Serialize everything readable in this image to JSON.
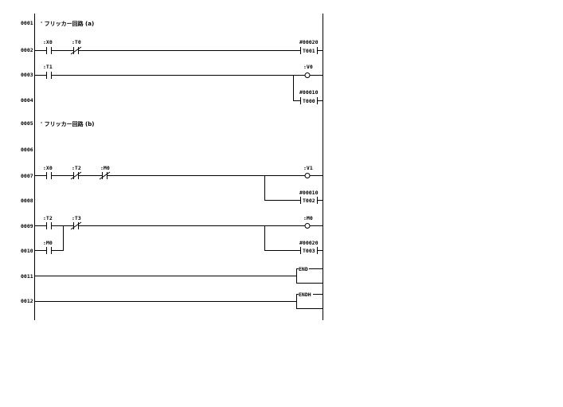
{
  "diagram": {
    "type": "ladder-logic",
    "rungs": [
      {
        "step": "0001",
        "comment": "' フリッカー回路 (a)"
      },
      {
        "step": "0002",
        "contacts": [
          {
            "label": ":X0",
            "type": "NO"
          },
          {
            "label": ":T0",
            "type": "NC"
          }
        ],
        "outputs": [
          {
            "kind": "timer",
            "preset": "#00020",
            "name": "T001"
          }
        ]
      },
      {
        "step": "0003",
        "contacts": [
          {
            "label": ":T1",
            "type": "NO"
          }
        ],
        "outputs": [
          {
            "kind": "coil",
            "label": ":V0"
          }
        ]
      },
      {
        "step": "0004",
        "outputs": [
          {
            "kind": "timer",
            "preset": "#00010",
            "name": "T000"
          }
        ]
      },
      {
        "step": "0005",
        "comment": "' フリッカー回路 (b)"
      },
      {
        "step": "0006"
      },
      {
        "step": "0007",
        "contacts": [
          {
            "label": ":X0",
            "type": "NO"
          },
          {
            "label": ":T2",
            "type": "NC"
          },
          {
            "label": ":M0",
            "type": "NC"
          }
        ],
        "outputs": [
          {
            "kind": "coil",
            "label": ":V1"
          }
        ]
      },
      {
        "step": "0008",
        "outputs": [
          {
            "kind": "timer",
            "preset": "#00010",
            "name": "T002"
          }
        ]
      },
      {
        "step": "0009",
        "contacts": [
          {
            "label": ":T2",
            "type": "NO"
          },
          {
            "label": ":T3",
            "type": "NC"
          }
        ],
        "outputs": [
          {
            "kind": "coil",
            "label": ":M0"
          }
        ]
      },
      {
        "step": "0010",
        "contacts": [
          {
            "label": ":M0",
            "type": "NO"
          }
        ],
        "outputs": [
          {
            "kind": "timer",
            "preset": "#00020",
            "name": "T003"
          }
        ]
      },
      {
        "step": "0011",
        "outputs": [
          {
            "kind": "instruction",
            "label": "END"
          }
        ]
      },
      {
        "step": "0012",
        "outputs": [
          {
            "kind": "instruction",
            "label": "ENDH"
          }
        ]
      }
    ]
  }
}
